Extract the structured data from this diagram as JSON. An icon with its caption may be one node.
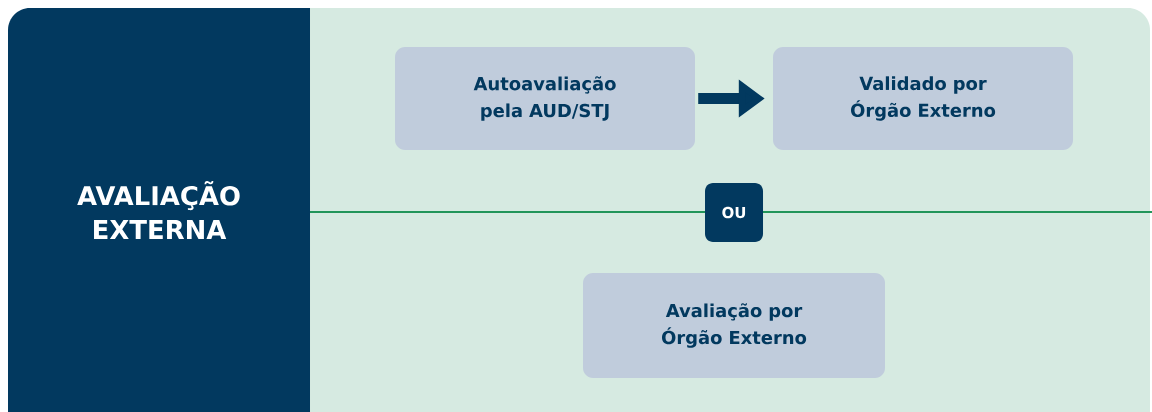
{
  "diagram": {
    "nodes": [
      {
        "text": [
          "AVALIAÇÃO EXTERNA"
        ]
      },
      {
        "text": [
          "Autoavaliação pela AUD/STJ"
        ]
      },
      {
        "text": [
          "Validado por Órgão Externo"
        ]
      },
      {
        "text": [
          "OU"
        ]
      },
      {
        "text": [
          "Avaliação por Órgão Externo"
        ]
      }
    ],
    "edges": [
      {
        "from": 1,
        "to": 2,
        "arrow": "to"
      }
    ]
  }
}
